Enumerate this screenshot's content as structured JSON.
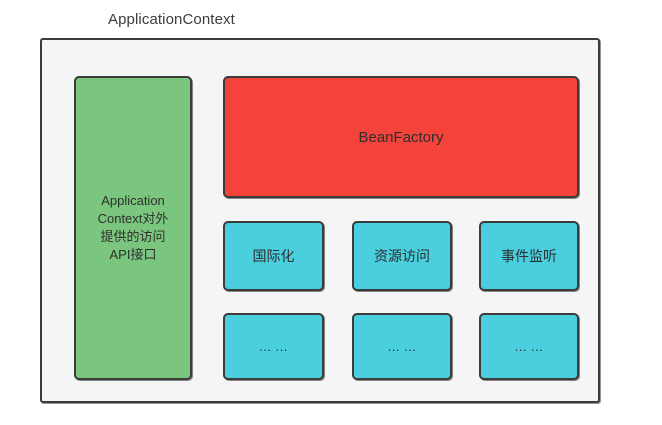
{
  "diagram": {
    "title": "ApplicationContext",
    "type": "block-diagram",
    "colors": {
      "container_fill": "#f5f5f5",
      "border": "#3b3b3b",
      "green": "#7ac67e",
      "red": "#f4433a",
      "cyan": "#4acfdf",
      "text": "#2f2f2f"
    },
    "nodes": {
      "api_box": {
        "label": "Application\nContext对外\n提供的访问\nAPI接口",
        "color_name": "green"
      },
      "bean_factory": {
        "label": "BeanFactory",
        "color_name": "red"
      },
      "features": [
        {
          "label": "国际化",
          "color_name": "cyan"
        },
        {
          "label": "资源访问",
          "color_name": "cyan"
        },
        {
          "label": "事件监听",
          "color_name": "cyan"
        }
      ],
      "more": [
        {
          "label": "... ...",
          "color_name": "cyan"
        },
        {
          "label": "... ...",
          "color_name": "cyan"
        },
        {
          "label": "... ...",
          "color_name": "cyan"
        }
      ]
    }
  }
}
